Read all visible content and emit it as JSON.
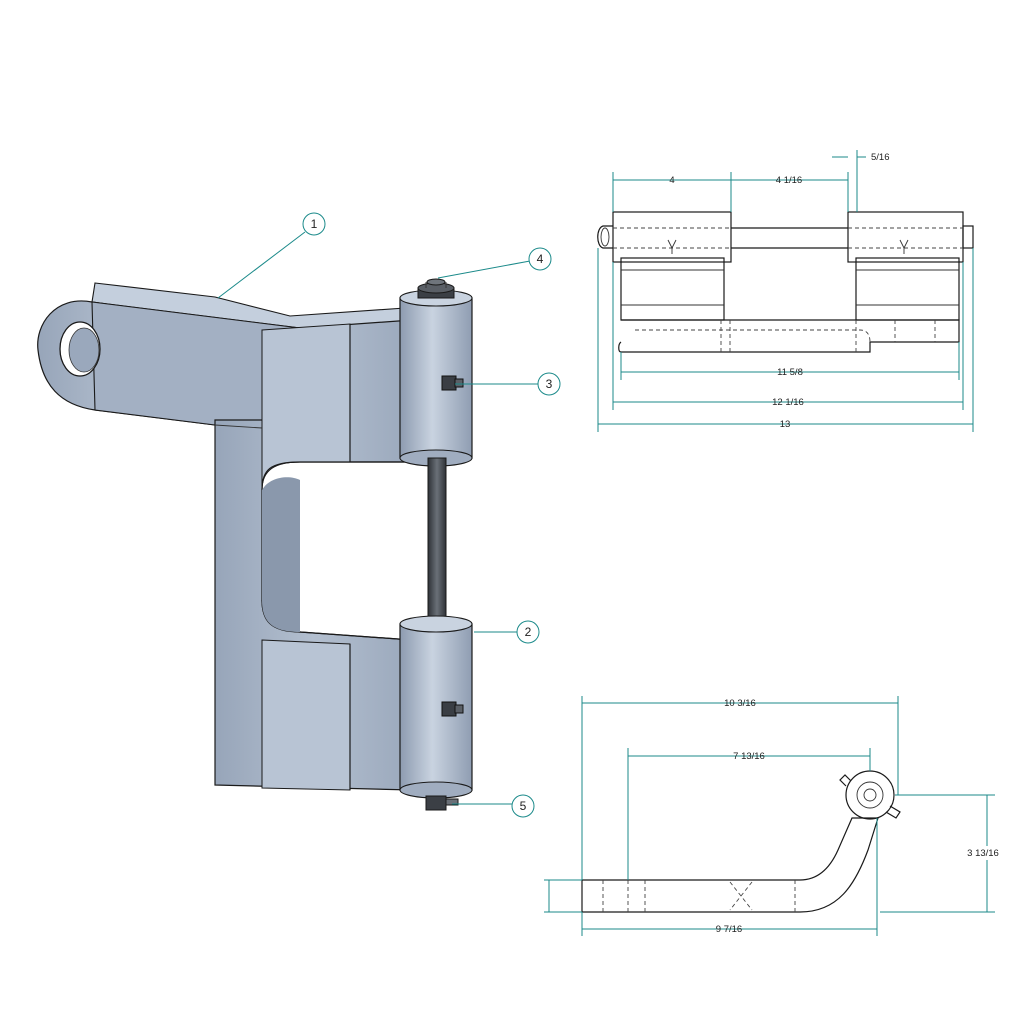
{
  "iso_view": {
    "balloons": [
      {
        "label": "1"
      },
      {
        "label": "2"
      },
      {
        "label": "3"
      },
      {
        "label": "4"
      },
      {
        "label": "5"
      }
    ]
  },
  "top_view": {
    "dimensions": {
      "d_4": "4",
      "d_4_1_16": "4 1/16",
      "d_5_16": "5/16",
      "d_11_5_8": "11 5/8",
      "d_12_1_16": "12 1/16",
      "d_13": "13"
    }
  },
  "side_view": {
    "dimensions": {
      "d_10_3_16": "10 3/16",
      "d_7_13_16": "7 13/16",
      "d_3_13_16": "3 13/16",
      "d_9_7_16": "9 7/16"
    }
  },
  "colors": {
    "body": "#a9b6c8",
    "body_dark": "#8e9cb0",
    "body_light": "#c4cfdd",
    "pin": "#4a4f55",
    "dim_line": "#1b8a8a"
  }
}
